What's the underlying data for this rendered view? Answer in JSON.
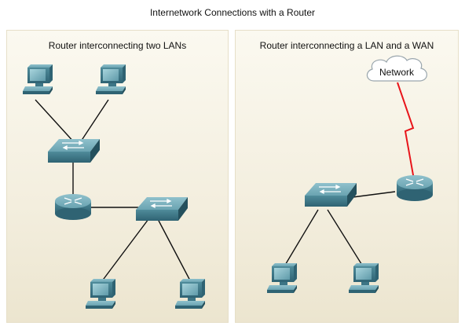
{
  "title": "Internetwork Connections with a Router",
  "left_panel": {
    "title": "Router interconnecting two LANs"
  },
  "right_panel": {
    "title": "Router interconnecting a LAN and a WAN",
    "cloud_label": "Network"
  },
  "colors": {
    "panel_bg": "#f3eede",
    "device_blue": "#4f8b9a",
    "wan_link": "#e8141a",
    "cable": "#111111"
  },
  "icons": [
    "pc-icon",
    "switch-icon",
    "router-icon",
    "cloud-icon"
  ]
}
